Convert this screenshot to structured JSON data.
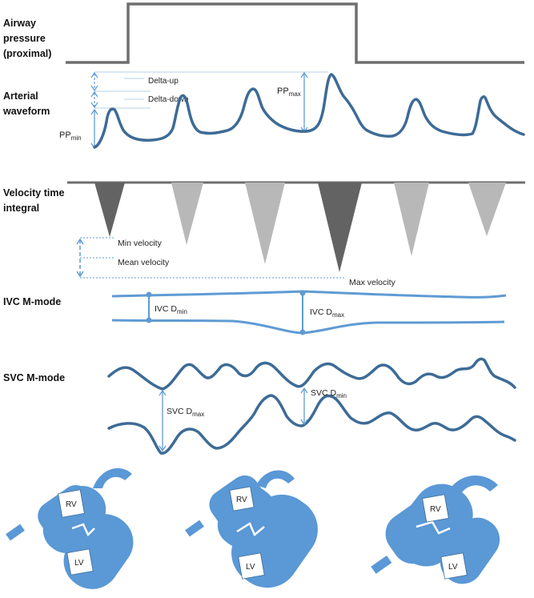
{
  "labels": {
    "airway_line1": "Airway",
    "airway_line2": "pressure",
    "airway_line3": "(proximal)",
    "arterial_line1": "Arterial",
    "arterial_line2": "waveform",
    "vti_line1": "Velocity time",
    "vti_line2": "integral",
    "ivc": "IVC M-mode",
    "svc": "SVC M-mode"
  },
  "arterial": {
    "delta_up": "Delta-up",
    "delta_down": "Delta-down",
    "pp_min_main": "PP",
    "pp_min_sub": "min",
    "pp_max_main": "PP",
    "pp_max_sub": "max"
  },
  "velocity": {
    "min": "Min velocity",
    "mean": "Mean velocity",
    "max": "Max velocity"
  },
  "ivc_labels": {
    "dmin_main": "IVC D",
    "dmin_sub": "min",
    "dmax_main": "IVC D",
    "dmax_sub": "max"
  },
  "svc_labels": {
    "dmax_main": "SVC D",
    "dmax_sub": "max",
    "dmin_main": "SVC D",
    "dmin_sub": "min"
  },
  "hearts": [
    {
      "rv": "RV",
      "lv": "LV"
    },
    {
      "rv": "RV",
      "lv": "LV"
    },
    {
      "rv": "RV",
      "lv": "LV"
    }
  ],
  "colors": {
    "waveform": "#3d6b96",
    "light_blue": "#5f9bd3",
    "heart": "#5a98d6",
    "pressure_line": "#6e6e6e",
    "dark_triangle": "#636363",
    "light_triangle": "#b8b8b8"
  }
}
